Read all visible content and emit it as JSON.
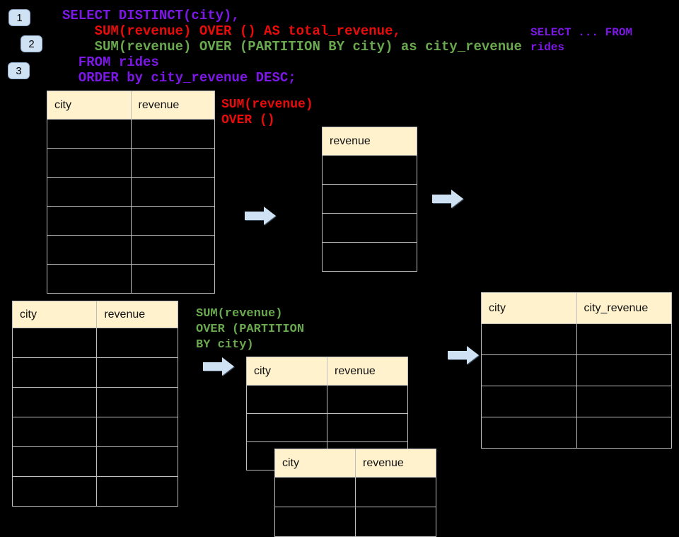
{
  "colors": {
    "background": "#000000",
    "sql_purple": "#7D17E8",
    "sql_red": "#EA0B0B",
    "sql_green": "#6AA84F",
    "table_header_fill": "#FFF2CC",
    "table_header_text": "#111111",
    "table_border": "#BEBEBE",
    "arrow_fill": "#CFE2F3",
    "badge_fill": "#CFE2F3",
    "badge_border": "#93AECC"
  },
  "badges": [
    {
      "label": "1"
    },
    {
      "label": "2"
    },
    {
      "label": "3"
    }
  ],
  "code": {
    "lines": [
      {
        "text": "SELECT DISTINCT(city),",
        "color": "purple"
      },
      {
        "text": "    SUM(revenue) OVER () AS total_revenue,",
        "color": "red"
      },
      {
        "text": "    SUM(revenue) OVER (PARTITION BY city) as city_revenue",
        "color": "green"
      },
      {
        "text": "  FROM rides",
        "color": "purple"
      },
      {
        "text": "  ORDER by city_revenue DESC;",
        "color": "purple"
      }
    ]
  },
  "side_note": {
    "color": "purple",
    "lines": [
      "SELECT ... FROM",
      "rides"
    ]
  },
  "annotations": {
    "total_note": {
      "color": "red",
      "lines": [
        "SUM(revenue)",
        "OVER ()"
      ]
    },
    "partition_note": {
      "color": "green",
      "lines": [
        "SUM(revenue)",
        "OVER (PARTITION",
        "BY city)"
      ]
    }
  },
  "tables": {
    "source_top": {
      "columns": [
        "city",
        "revenue"
      ],
      "empty_rows": 6
    },
    "total_revenue_result": {
      "columns": [
        "revenue"
      ],
      "empty_rows": 4
    },
    "city_revenue_result": {
      "columns": [
        "city",
        "city_revenue"
      ],
      "empty_rows": 4
    },
    "source_bottom": {
      "columns": [
        "city",
        "revenue"
      ],
      "empty_rows": 6
    },
    "partition_step": {
      "columns": [
        "city",
        "revenue"
      ],
      "empty_rows": 3
    },
    "partition_step_overlay": {
      "columns": [
        "city",
        "revenue"
      ],
      "empty_rows": 2
    }
  }
}
